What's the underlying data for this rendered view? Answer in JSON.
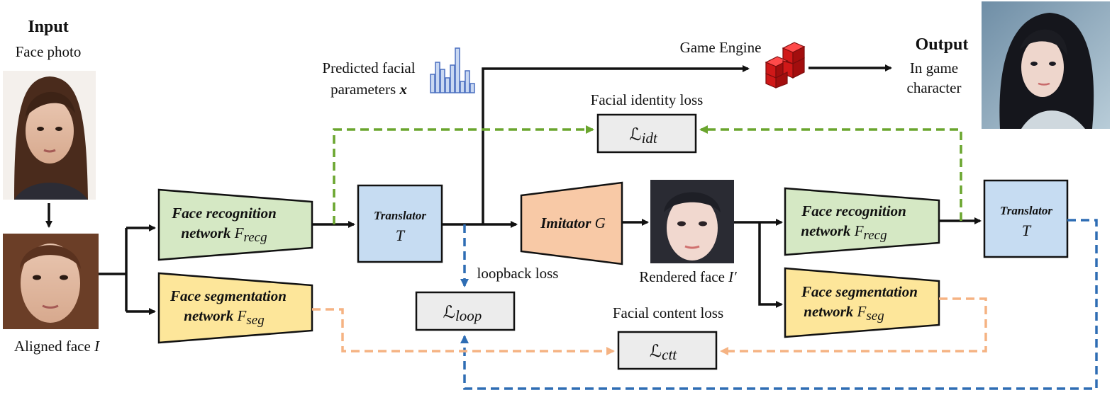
{
  "input": {
    "heading": "Input",
    "caption": "Face photo"
  },
  "aligned": {
    "prefix": "Aligned face ",
    "symbol": "I"
  },
  "output": {
    "heading": "Output",
    "line1": "In game",
    "line2": "character"
  },
  "game_engine": {
    "label": "Game Engine"
  },
  "params": {
    "line1": "Predicted facial",
    "line2": "parameters ",
    "symbol": "x"
  },
  "recog1": {
    "line1": "Face recognition",
    "line2": "network ",
    "sym": "F",
    "sub": "recg"
  },
  "seg1": {
    "line1": "Face segmentation",
    "line2": "network ",
    "sym": "F",
    "sub": "seg"
  },
  "translator1": {
    "line1": "Translator",
    "line2": "T"
  },
  "imitator": {
    "label": "Imitator ",
    "sym": "G"
  },
  "rendered": {
    "prefix": "Rendered face ",
    "symbol": "I′"
  },
  "recog2": {
    "line1": "Face recognition",
    "line2": "network ",
    "sym": "F",
    "sub": "recg"
  },
  "seg2": {
    "line1": "Face segmentation",
    "line2": "network ",
    "sym": "F",
    "sub": "seg"
  },
  "translator2": {
    "line1": "Translator",
    "line2": "T"
  },
  "identity_loss": {
    "caption": "Facial identity loss",
    "sym": "ℒ",
    "sub": "idt"
  },
  "content_loss": {
    "caption": "Facial content loss",
    "sym": "ℒ",
    "sub": "ctt"
  },
  "loop_loss": {
    "caption": "loopback loss",
    "sym": "ℒ",
    "sub": "loop"
  },
  "colors": {
    "recognition": "#d5e8c4",
    "segmentation": "#fde69a",
    "translator": "#c6dcf2",
    "imitator": "#f8c9a6",
    "loss": "#ececec",
    "engine": "#e02020"
  }
}
